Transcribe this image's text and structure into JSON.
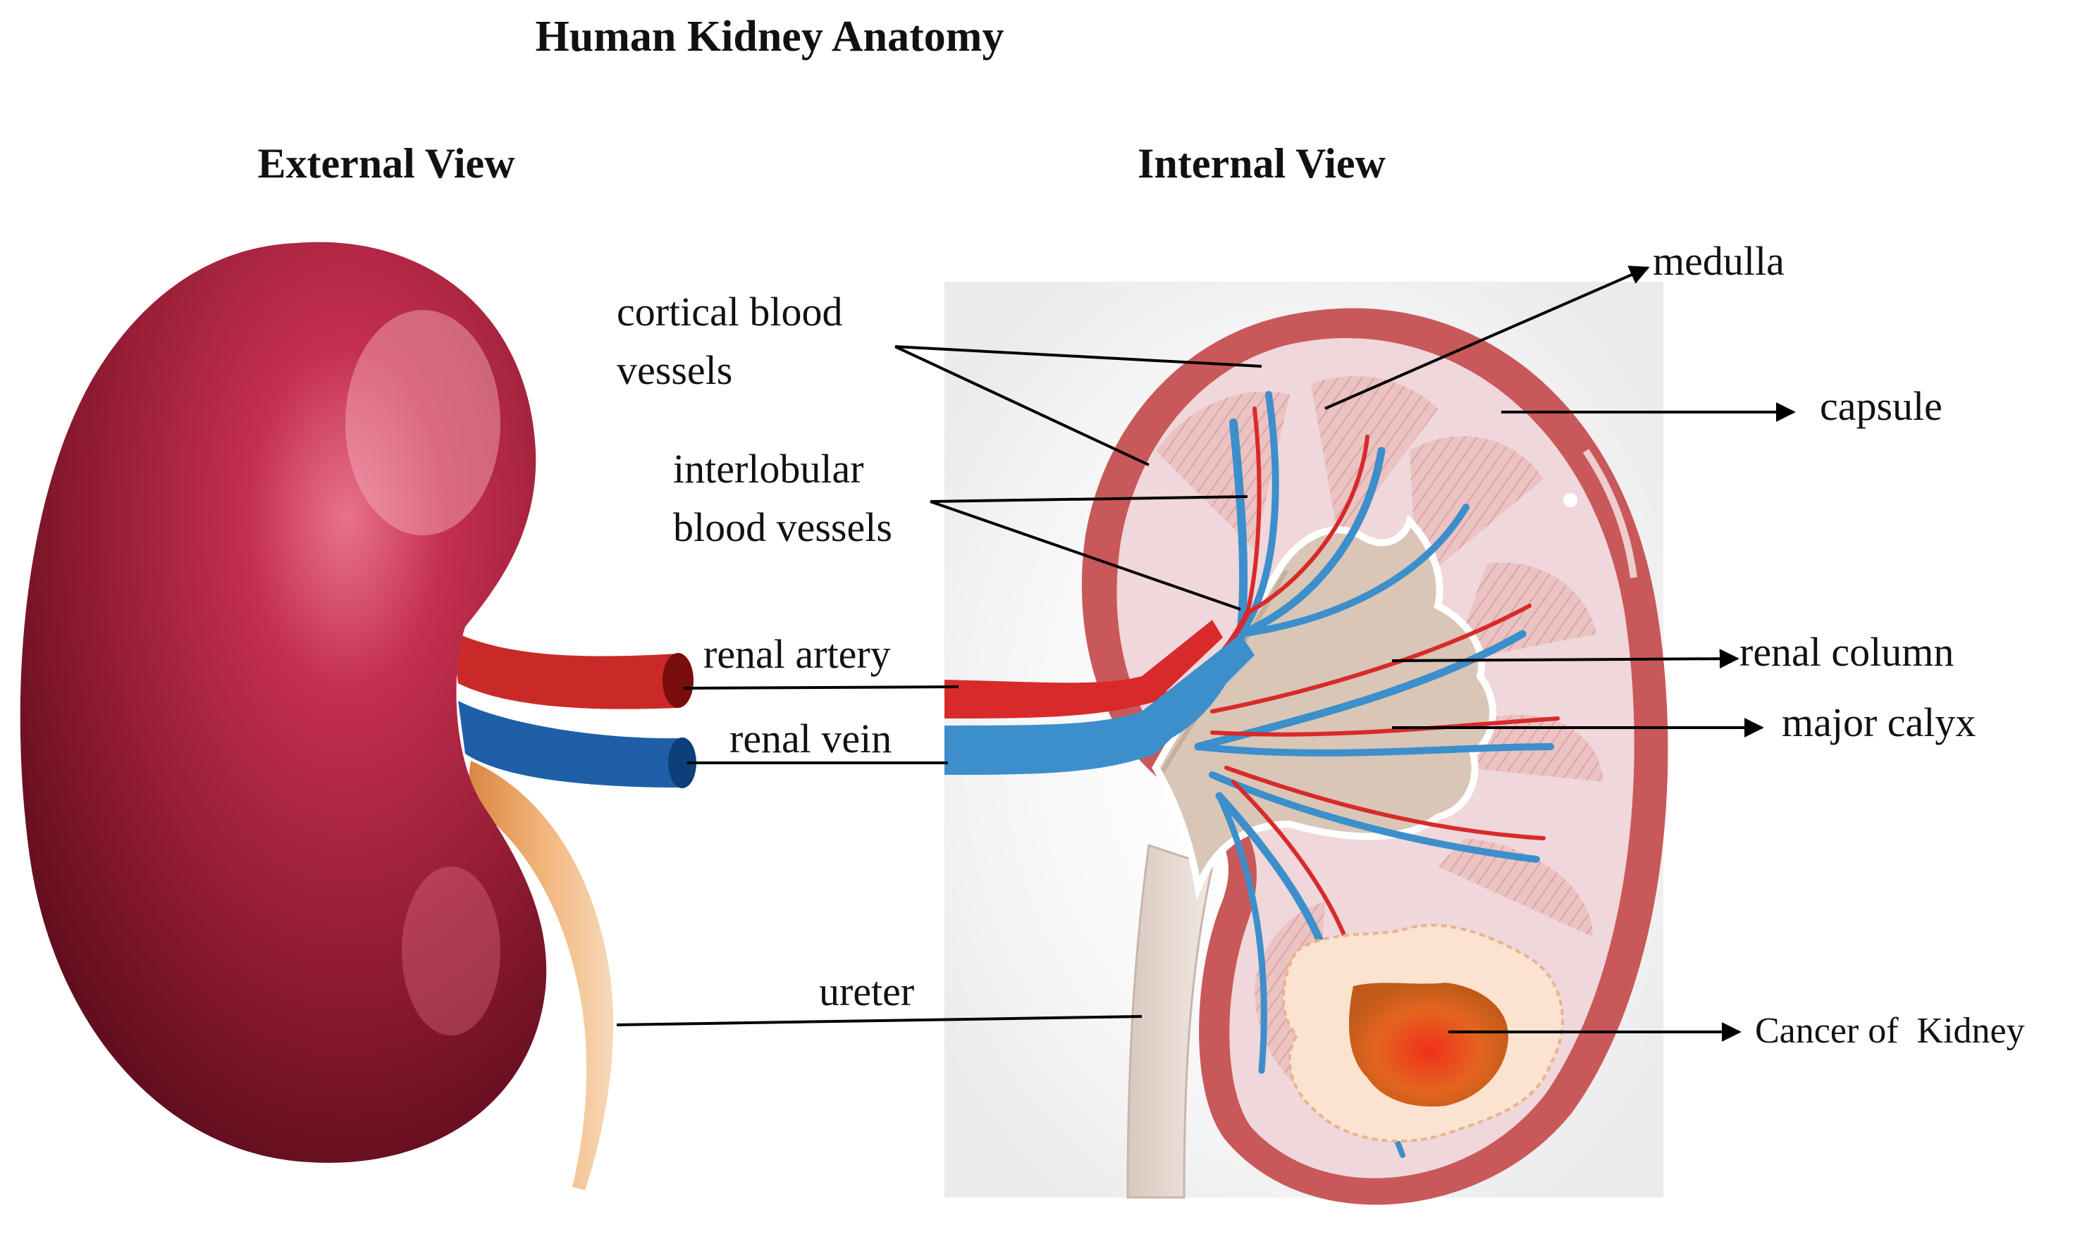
{
  "title": "Human Kidney Anatomy",
  "views": {
    "external": "External View",
    "internal": "Internal View"
  },
  "labels": {
    "cortical_blood_vessels": [
      "cortical blood",
      "vessels"
    ],
    "interlobular_blood_vessels": [
      "interlobular",
      "blood vessels"
    ],
    "renal_artery": "renal artery",
    "renal_vein": "renal vein",
    "ureter": "ureter",
    "medulla": "medulla",
    "capsule": "capsule",
    "renal_column": "renal column",
    "major_calyx": "major calyx",
    "cancer_of_kidney": "Cancer of  Kidney"
  },
  "colors": {
    "kidney_red": "#9b1b33",
    "artery_red": "#c8201f",
    "vein_blue": "#2c7fc0",
    "ureter_orange": "#e9a066",
    "pelvis_tan": "#d7c2b0",
    "tumor_orange": "#e2541f"
  }
}
